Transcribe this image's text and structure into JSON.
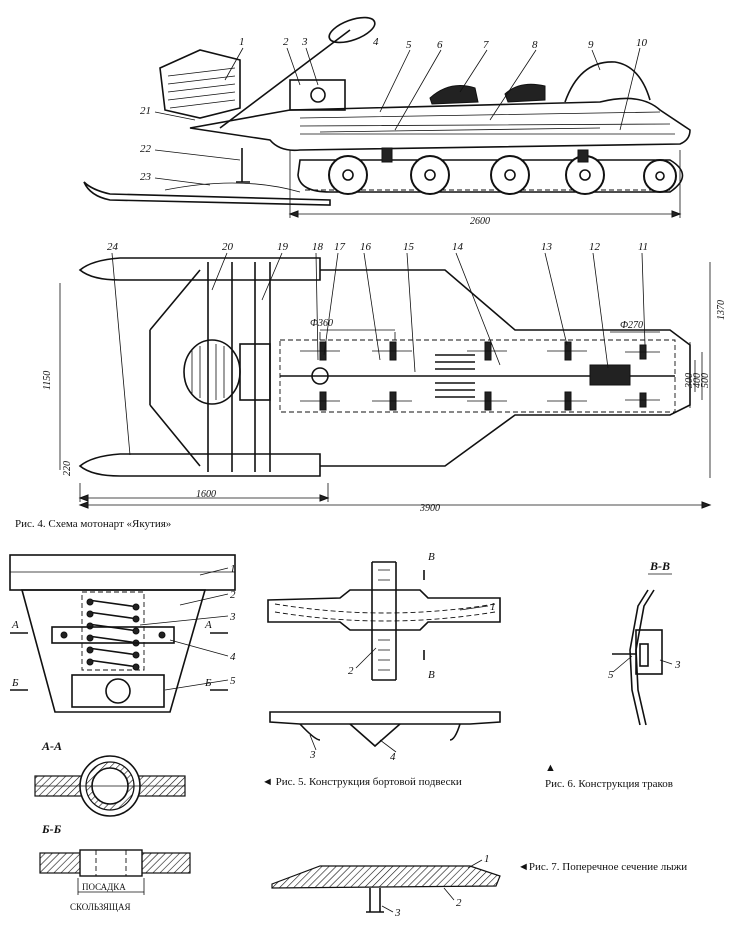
{
  "figure4": {
    "caption": "Рис. 4. Схема мотонарт «Якутия»",
    "side_view": {
      "part_numbers": [
        "1",
        "2",
        "3",
        "4",
        "5",
        "6",
        "7",
        "8",
        "9",
        "10",
        "21",
        "22",
        "23"
      ],
      "length_dimension": "2600"
    },
    "top_view": {
      "part_numbers": [
        "24",
        "20",
        "19",
        "18",
        "17",
        "16",
        "15",
        "14",
        "13",
        "12",
        "11"
      ],
      "wheel_diameter_front": "Ф360",
      "wheel_diameter_rear": "Ф270",
      "dims": {
        "overall_width": "1370",
        "track_width": "1150",
        "ski_width": "220",
        "ski_length": "1600",
        "overall_length": "3900",
        "inner_300": "300",
        "inner_400": "400",
        "inner_500": "500"
      }
    }
  },
  "figure_suspension_block": {
    "part_numbers": [
      "1",
      "2",
      "3",
      "4",
      "5"
    ],
    "section_marks": {
      "a_left": "А",
      "a_right": "А",
      "b_left": "Б",
      "b_right": "Б"
    },
    "section_aa": "А-А",
    "section_bb": "Б-Б",
    "fit_label_1": "ПОСАДКА",
    "fit_label_2": "СКОЛЬЗЯЩАЯ"
  },
  "figure5": {
    "caption": "◄ Рис. 5. Конструкция бортовой подвески",
    "part_numbers": [
      "1",
      "2",
      "3",
      "4"
    ],
    "section_marks": {
      "top": "В",
      "bottom": "В"
    }
  },
  "figure6": {
    "title": "В-В",
    "caption": "Рис. 6. Конструкция траков",
    "arrow": "▲",
    "part_numbers": [
      "5",
      "3"
    ]
  },
  "figure7": {
    "caption": "◄Рис. 7. Поперечное сечение лыжи",
    "part_numbers": [
      "1",
      "2",
      "3"
    ]
  }
}
